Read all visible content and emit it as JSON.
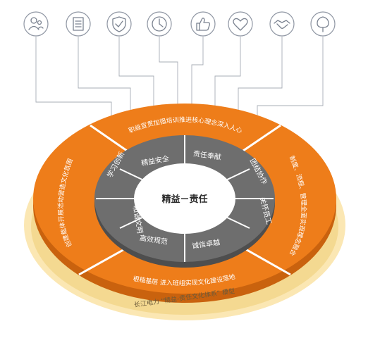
{
  "diagram": {
    "center_label": "精益－责任",
    "icons": [
      {
        "name": "people-icon"
      },
      {
        "name": "document-icon"
      },
      {
        "name": "shield-check-icon"
      },
      {
        "name": "clock-icon"
      },
      {
        "name": "thumbs-up-icon"
      },
      {
        "name": "heart-icon"
      },
      {
        "name": "handshake-icon"
      },
      {
        "name": "tree-icon"
      }
    ],
    "inner_segments": {
      "jingyi_anquan": "精益安全",
      "zeren_fengxian": "责任奉献",
      "tuanjie_xiezuo": "团结协作",
      "guanhuai_yuangong": "关怀员工",
      "chengxin_zhuoyue": "诚信卓越",
      "gaoxiao_guifan": "高效规范",
      "heyue_wenming": "和谐文明",
      "xuexi_chuangxin": "学习创新"
    },
    "outer_segments": {
      "top": "职级宣贯加强培训推进核心理念深入人心",
      "right": "制度、流程、管理全面实现理念融合",
      "bottom": "根植基层 进入班组实现文化建设落地",
      "left": "创建载体开展活动营造文化氛围"
    },
    "model_caption": "长江电力 “精益-责任文化体系” 模型",
    "colors": {
      "orange": "#ee7d1a",
      "orange_dark": "#c9620e",
      "gray": "#6e6e6e",
      "gray_dark": "#4e4e4e",
      "cream": "#fbe7b3",
      "white": "#ffffff"
    }
  }
}
